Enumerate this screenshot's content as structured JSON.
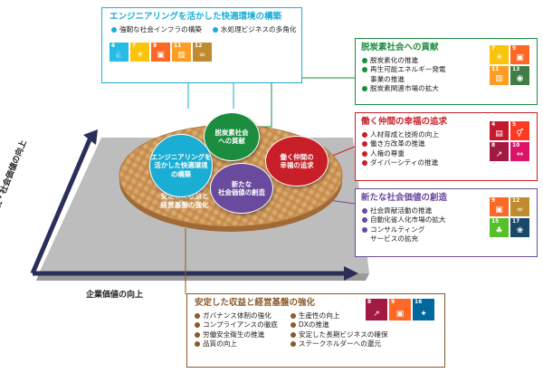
{
  "colors": {
    "teal": "#1aaed4",
    "green": "#1c8d3e",
    "red": "#c81e28",
    "purple": "#6a4a9d",
    "brown": "#8a5a2b",
    "wood": "#d8a66a",
    "plane": "#b8b8b8",
    "axis": "#2a2f5a"
  },
  "axes": {
    "y_label": "環境・社会価値の向上",
    "x_label": "企業価値の向上"
  },
  "center": {
    "base_label": "安定した収益と\n経営基盤の強化",
    "bubbles": [
      {
        "label": "エンジニアリングを\n活かした快適環境\nの構築",
        "color": "#1aaed4"
      },
      {
        "label": "脱炭素社会\nへの貢献",
        "color": "#1c8d3e"
      },
      {
        "label": "働く仲間の\n幸福の追求",
        "color": "#c81e28"
      },
      {
        "label": "新たな\n社会価値の創造",
        "color": "#6a4a9d"
      }
    ]
  },
  "boxes": {
    "engineering": {
      "title": "エンジニアリングを活かした快適環境の構築",
      "bullets": [
        "強靭な社会インフラの構築",
        "水処理ビジネスの多角化"
      ],
      "sdgs": [
        {
          "num": "6",
          "color": "#26bde2",
          "icon": "water-drop-icon",
          "glyph": "💧"
        },
        {
          "num": "7",
          "color": "#fcc30b",
          "icon": "sun-icon",
          "glyph": "☀"
        },
        {
          "num": "9",
          "color": "#fd6925",
          "icon": "cubes-icon",
          "glyph": "▣"
        },
        {
          "num": "11",
          "color": "#fd9d24",
          "icon": "buildings-icon",
          "glyph": "▥"
        },
        {
          "num": "12",
          "color": "#bf8b2e",
          "icon": "infinity-icon",
          "glyph": "∞"
        }
      ]
    },
    "decarbon": {
      "title": "脱炭素社会への貢献",
      "bullets": [
        "脱炭素化の推進",
        "再生可能エネルギー発電",
        "事業の推進",
        "脱炭素関連市場の拡大"
      ],
      "bullet_dots": [
        true,
        true,
        false,
        true
      ],
      "sdgs": [
        {
          "num": "7",
          "color": "#fcc30b",
          "icon": "sun-icon",
          "glyph": "☀"
        },
        {
          "num": "9",
          "color": "#fd6925",
          "icon": "cubes-icon",
          "glyph": "▣"
        },
        {
          "num": "11",
          "color": "#fd9d24",
          "icon": "buildings-icon",
          "glyph": "▥"
        },
        {
          "num": "13",
          "color": "#3f7e44",
          "icon": "eye-icon",
          "glyph": "◉"
        }
      ]
    },
    "wellbeing": {
      "title": "働く仲間の幸福の追求",
      "bullets": [
        "人材育成と技術の向上",
        "働き方改革の推進",
        "人権の尊重",
        "ダイバーシティの推進"
      ],
      "sdgs": [
        {
          "num": "4",
          "color": "#c5192d",
          "icon": "book-icon",
          "glyph": "▤"
        },
        {
          "num": "5",
          "color": "#ff3a21",
          "icon": "gender-icon",
          "glyph": "⚥"
        },
        {
          "num": "8",
          "color": "#a21942",
          "icon": "growth-icon",
          "glyph": "↗"
        },
        {
          "num": "10",
          "color": "#dd1367",
          "icon": "equality-icon",
          "glyph": "⇔"
        }
      ]
    },
    "new_value": {
      "title": "新たな社会価値の創造",
      "bullets": [
        "社会貢献活動の推進",
        "自動化省人化市場の拡大",
        "コンサルティング",
        "サービスの拡充"
      ],
      "bullet_dots": [
        true,
        true,
        true,
        false
      ],
      "sdgs": [
        {
          "num": "9",
          "color": "#fd6925",
          "icon": "cubes-icon",
          "glyph": "▣"
        },
        {
          "num": "12",
          "color": "#bf8b2e",
          "icon": "infinity-icon",
          "glyph": "∞"
        },
        {
          "num": "15",
          "color": "#56c02b",
          "icon": "tree-icon",
          "glyph": "♣"
        },
        {
          "num": "17",
          "color": "#19486a",
          "icon": "flower-icon",
          "glyph": "❀"
        }
      ]
    },
    "stable": {
      "title": "安定した収益と経営基盤の強化",
      "bullets_left": [
        "ガバナンス体制の強化",
        "コンプライアンスの徹底",
        "労働安全衛生の推進",
        "品質の向上"
      ],
      "bullets_right": [
        "生産性の向上",
        "DXの推進",
        "安定した長期ビジネスの確保",
        "ステークホルダーへの還元"
      ],
      "sdgs": [
        {
          "num": "8",
          "color": "#a21942",
          "icon": "growth-icon",
          "glyph": "↗"
        },
        {
          "num": "9",
          "color": "#fd6925",
          "icon": "cubes-icon",
          "glyph": "▣"
        },
        {
          "num": "16",
          "color": "#00689d",
          "icon": "dove-icon",
          "glyph": "✦"
        }
      ]
    }
  }
}
